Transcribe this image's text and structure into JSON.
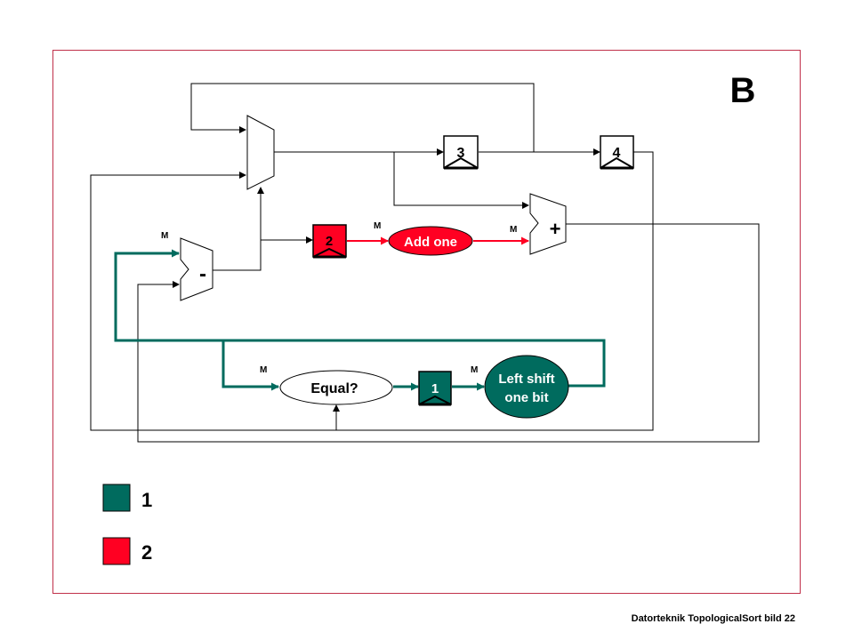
{
  "slide_letter": "B",
  "registers": {
    "r1": "1",
    "r2": "2",
    "r3": "3",
    "r4": "4"
  },
  "units": {
    "subtract": "-",
    "add": "+",
    "add_one": "Add one",
    "equal": "Equal?",
    "left_shift_line1": "Left shift",
    "left_shift_line2": "one bit"
  },
  "mux_label": "M",
  "legend": [
    {
      "label": "1",
      "color": "#006b5e"
    },
    {
      "label": "2",
      "color": "#ff0022"
    }
  ],
  "colors": {
    "green": "#006b5e",
    "red": "#ff0022",
    "frame": "#c0304a",
    "wire": "#000000"
  },
  "footer": "Datorteknik TopologicalSort bild 22"
}
